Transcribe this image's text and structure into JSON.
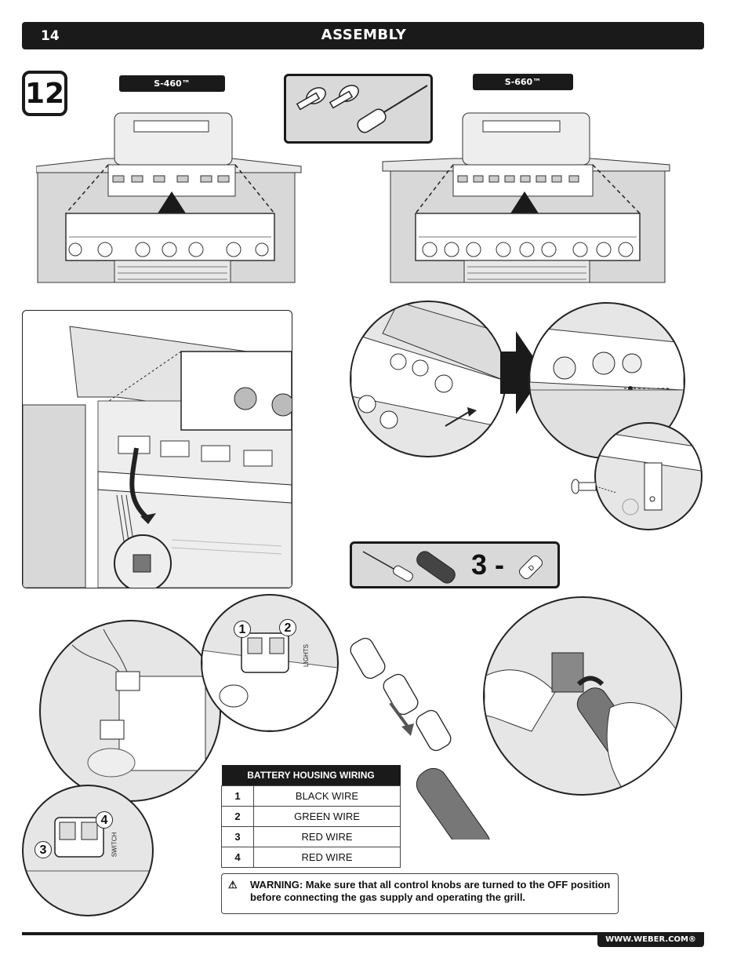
{
  "header": {
    "page_number": "14",
    "title": "ASSEMBLY"
  },
  "step": {
    "number": "12"
  },
  "models": {
    "left": "S-460™",
    "right": "S-660™"
  },
  "battery_tool": {
    "quantity_label": "3 -",
    "battery_marking": "D"
  },
  "connector_labels": {
    "lights": "LIGHTS",
    "switch": "SWITCH"
  },
  "callouts": [
    "1",
    "2",
    "3",
    "4"
  ],
  "wiring_table": {
    "title": "BATTERY HOUSING WIRING",
    "rows": [
      {
        "num": "1",
        "label": "BLACK WIRE"
      },
      {
        "num": "2",
        "label": "GREEN WIRE"
      },
      {
        "num": "3",
        "label": "RED WIRE"
      },
      {
        "num": "4",
        "label": "RED WIRE"
      }
    ]
  },
  "warning": {
    "icon": "warning-triangle-icon",
    "text": "WARNING: Make sure that all control knobs are turned to the OFF position before connecting the gas supply and operating the grill."
  },
  "footer": {
    "url": "WWW.WEBER.COM®"
  }
}
